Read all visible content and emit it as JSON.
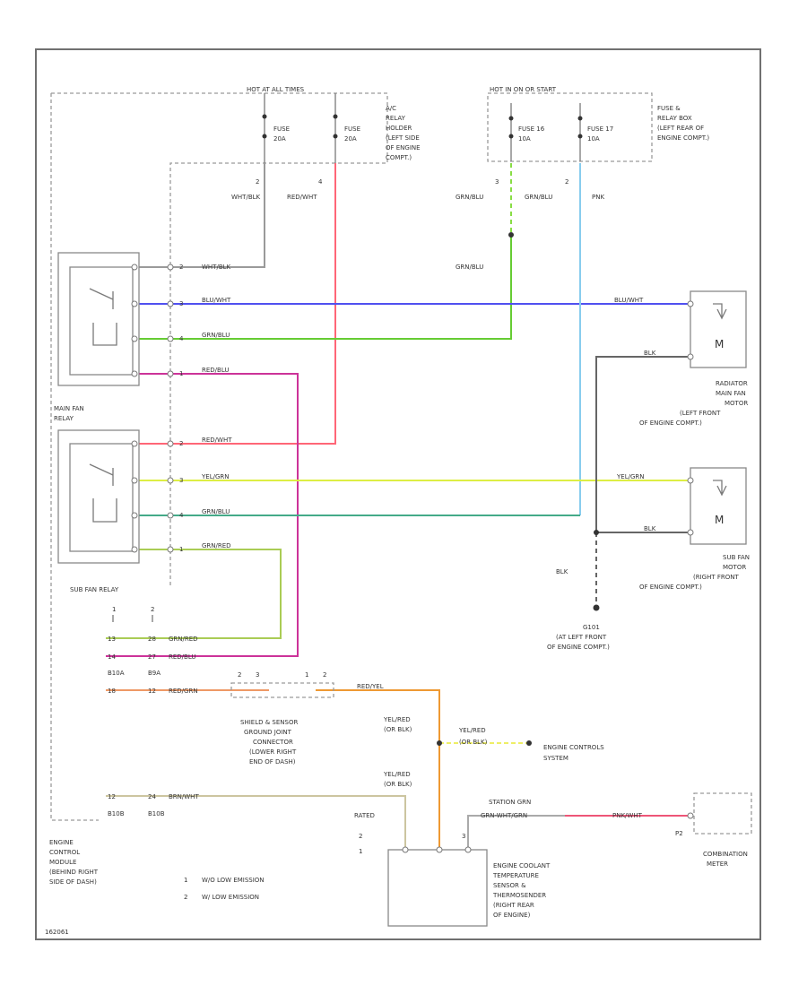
{
  "colors": {
    "blue": "#5050f0",
    "green": "#66cc33",
    "pink": "#cc3399",
    "red": "#ff5566",
    "yellow": "#ddee44",
    "teal": "#44aa99",
    "lightblue": "#88ccee",
    "orange": "#ee9933",
    "olive": "#aacc55",
    "frame": "#707070"
  },
  "fuse_box_left": {
    "header": "HOT AT ALL TIMES",
    "fuse_a": [
      "FUSE",
      "20A"
    ],
    "fuse_b": [
      "FUSE",
      "20A"
    ],
    "desc": [
      "A/C",
      "RELAY",
      "HOLDER",
      "(LEFT SIDE",
      "OF ENGINE",
      "COMPT.)"
    ],
    "pin_a": "2",
    "pin_b": "4",
    "wire_a": "WHT/BLK",
    "wire_b": "RED/WHT"
  },
  "fuse_box_right": {
    "header": "HOT IN ON OR START",
    "fuse_a": [
      "FUSE 16",
      "10A"
    ],
    "fuse_b": [
      "FUSE 17",
      "10A"
    ],
    "desc": [
      "FUSE &",
      "RELAY BOX",
      "(LEFT REAR OF",
      "ENGINE COMPT.)"
    ],
    "pin_a": "3",
    "pin_b": "2",
    "wire_a": "GRN/BLU",
    "wire_b": "GRN/BLU",
    "wire_c": "GRN/BLU",
    "wire_d": "PNK"
  },
  "main_relay": {
    "label": [
      "MAIN FAN",
      "RELAY"
    ],
    "wires": [
      "WHT/BLK",
      "BLU/WHT",
      "GRN/BLU",
      "RED/BLU"
    ],
    "pins": [
      "2",
      "3",
      "4",
      "1"
    ]
  },
  "sub_relay": {
    "label": "SUB FAN RELAY",
    "wires": [
      "RED/WHT",
      "YEL/GRN",
      "GRN/BLU",
      "GRN/RED"
    ],
    "pins": [
      "2",
      "3",
      "4",
      "1"
    ]
  },
  "radiator_motor": {
    "wire_top": "BLU/WHT",
    "wire_bot": "BLK",
    "desc": [
      "RADIATOR",
      "MAIN FAN",
      "MOTOR",
      "(LEFT FRONT",
      "OF ENGINE COMPT.)"
    ]
  },
  "sub_motor": {
    "wire_top": "YEL/GRN",
    "wire_bot": "BLK",
    "desc": [
      "SUB FAN",
      "MOTOR",
      "(RIGHT FRONT",
      "OF ENGINE COMPT.)"
    ]
  },
  "ground": {
    "wire": "BLK",
    "label": [
      "G101",
      "(AT LEFT FRONT",
      "OF ENGINE COMPT.)"
    ]
  },
  "ecm": {
    "header_cols": [
      "1",
      "2"
    ],
    "rows": [
      {
        "p1": "13",
        "p2": "28",
        "wire": "GRN/RED"
      },
      {
        "p1": "14",
        "p2": "27",
        "wire": "RED/BLU"
      },
      {
        "p1": "B10A",
        "p2": "B9A",
        "wire": ""
      },
      {
        "p1": "18",
        "p2": "12",
        "wire": "RED/GRN"
      }
    ],
    "bottom_row": {
      "p1": "12",
      "p2": "24",
      "wire": "BRN/WHT"
    },
    "bottom_conn": [
      "B10B",
      "B10B"
    ],
    "desc": [
      "ENGINE",
      "CONTROL",
      "MODULE",
      "(BEHIND RIGHT",
      "SIDE OF DASH)"
    ]
  },
  "joint_connector": {
    "pins": [
      "2",
      "3",
      "1",
      "2"
    ],
    "wire_out": "RED/YEL",
    "desc": [
      "SHIELD & SENSOR",
      "GROUND JOINT",
      "CONNECTOR",
      "(LOWER RIGHT",
      "END OF DASH)"
    ]
  },
  "engine_control": {
    "wire1": [
      "YEL/RED",
      "(OR BLK)"
    ],
    "wire2": [
      "YEL/RED",
      "(OR BLK)"
    ],
    "wire3": [
      "YEL/RED",
      "(OR BLK)"
    ],
    "label": [
      "ENGINE CONTROLS",
      "SYSTEM"
    ]
  },
  "sensor": {
    "rated": "RATED",
    "pins": [
      "2",
      "1",
      "3"
    ],
    "desc": [
      "ENGINE COOLANT",
      "TEMPERATURE",
      "SENSOR &",
      "THERMOSENDER",
      "(RIGHT REAR",
      "OF ENGINE)"
    ]
  },
  "combination_meter": {
    "wire_a": [
      "STATION GRN",
      "GRN-WHT/GRN"
    ],
    "wire_b": "PNK/WHT",
    "pin": "P2",
    "desc": [
      "COMBINATION",
      "METER"
    ]
  },
  "legend": [
    {
      "num": "1",
      "text": "W/O LOW EMISSION"
    },
    {
      "num": "2",
      "text": "W/ LOW EMISSION"
    }
  ],
  "footer_code": "162061"
}
